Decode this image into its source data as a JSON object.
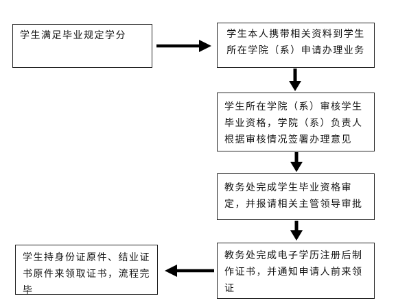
{
  "diagram": {
    "steps": [
      {
        "text": "学生满足毕业规定学分"
      },
      {
        "text": "学生本人携带相关资料到学生所在学院（系）申请办理业务"
      },
      {
        "text": "学生所在学院（系）审核学生毕业资格，学院（系）负责人根据审核情况签署办理意见"
      },
      {
        "text": "教务处完成学生毕业资格审定，并报请相关主管领导审批"
      },
      {
        "text": "教务处完成电子学历注册后制作证书，并通知申请人前来领证"
      },
      {
        "text": "学生持身份证原件、结业证书原件来领取证书，流程完毕"
      }
    ]
  }
}
